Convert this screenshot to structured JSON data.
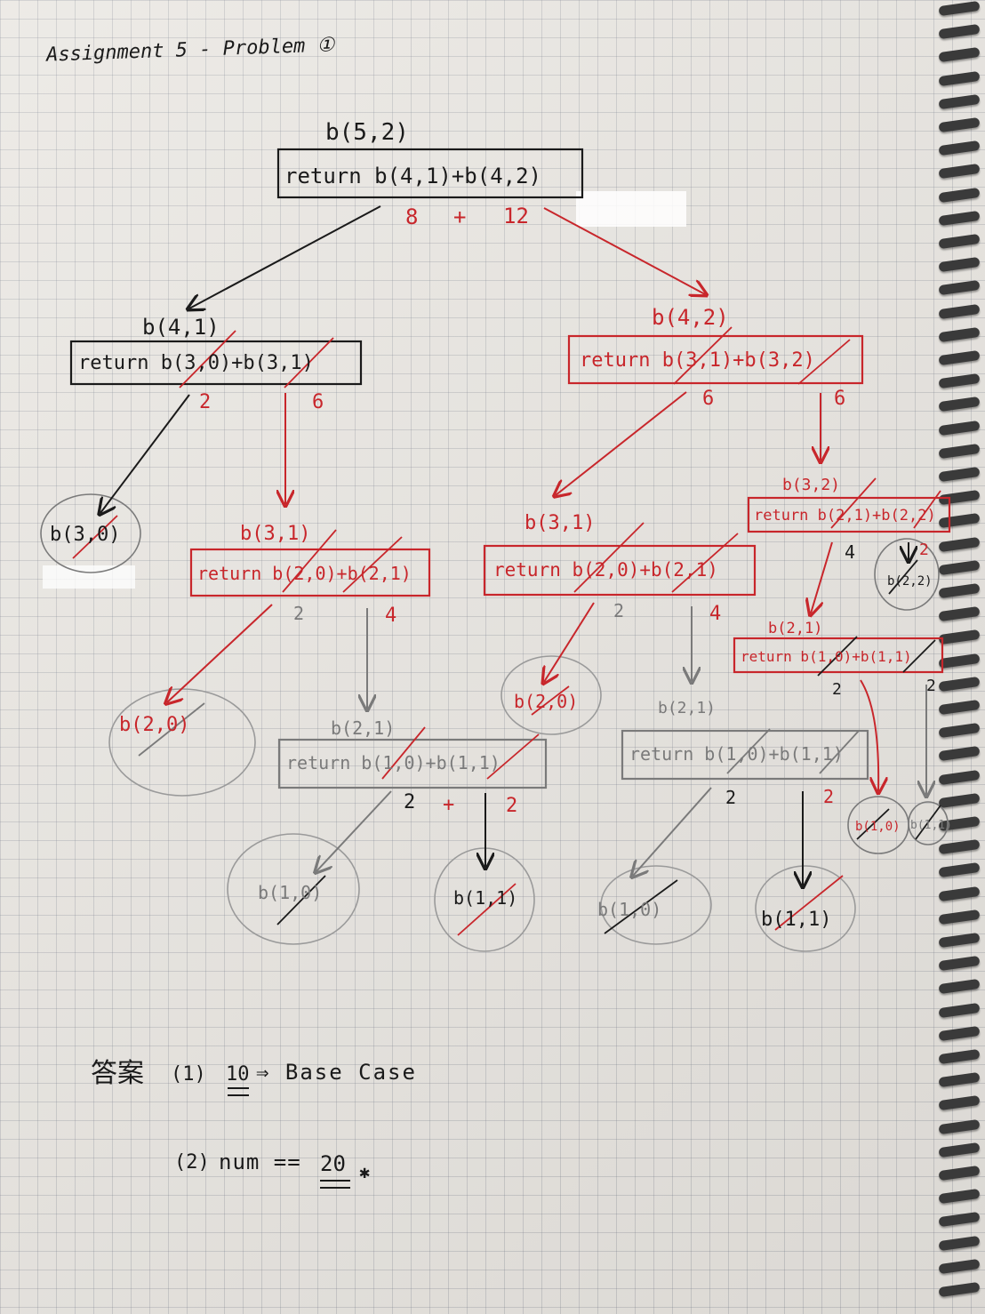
{
  "heading": "Assignment 5 - Problem ①",
  "tree": {
    "root": {
      "call": "b(5,2)",
      "body": "return b(4,1)+b(4,2)",
      "left_value": "8",
      "op": "+",
      "right_value": "12"
    },
    "b41": {
      "call": "b(4,1)",
      "body": "return b(3,0)+b(3,1)",
      "left_value": "2",
      "right_value": "6"
    },
    "b42": {
      "call": "b(4,2)",
      "body": "return b(3,1)+b(3,2)",
      "left_value": "6",
      "right_value": "6"
    },
    "b30": {
      "call": "b(3,0)"
    },
    "b31a": {
      "call": "b(3,1)",
      "body": "return b(2,0)+b(2,1)",
      "left_value": "2",
      "right_value": "4"
    },
    "b31b": {
      "call": "b(3,1)",
      "body": "return b(2,0)+b(2,1)",
      "left_value": "2",
      "right_value": "4"
    },
    "b32": {
      "call": "b(3,2)",
      "body": "return b(2,1)+b(2,2)",
      "left_value": "4",
      "right_value": "2"
    },
    "b22": {
      "call": "b(2,2)"
    },
    "b20a": {
      "call": "b(2,0)"
    },
    "b20b": {
      "call": "b(2,0)"
    },
    "b21a": {
      "call": "b(2,1)",
      "body": "return b(1,0)+b(1,1)",
      "left_value": "2",
      "op": "+",
      "right_value": "2"
    },
    "b21b": {
      "call": "b(2,1)",
      "body": "return b(1,0)+b(1,1)",
      "left_value": "2",
      "right_value": "2"
    },
    "b21c": {
      "call": "b(2,1)",
      "body": "return b(1,0)+b(1,1)",
      "left_value": "2",
      "right_value": "2"
    },
    "b10a": {
      "call": "b(1,0)"
    },
    "b11a": {
      "call": "b(1,1)"
    },
    "b10b": {
      "call": "b(1,0)"
    },
    "b11b": {
      "call": "b(1,1)"
    },
    "b10c": {
      "call": "b(1,0)"
    },
    "b11c": {
      "call": "b(1,1)"
    }
  },
  "answer": {
    "label": "答案",
    "line1_num": "(1)",
    "line1_value": "10",
    "line1_text": "⇒ Base Case",
    "line2_num": "(2)",
    "line2_text": "num ==",
    "line2_value": "20",
    "line2_mark": "✱"
  },
  "colors": {
    "black_ink": "#1a1a1a",
    "red_ink": "#c8262b",
    "pencil": "#7a7a7a",
    "paper": "#e9e6e1"
  }
}
